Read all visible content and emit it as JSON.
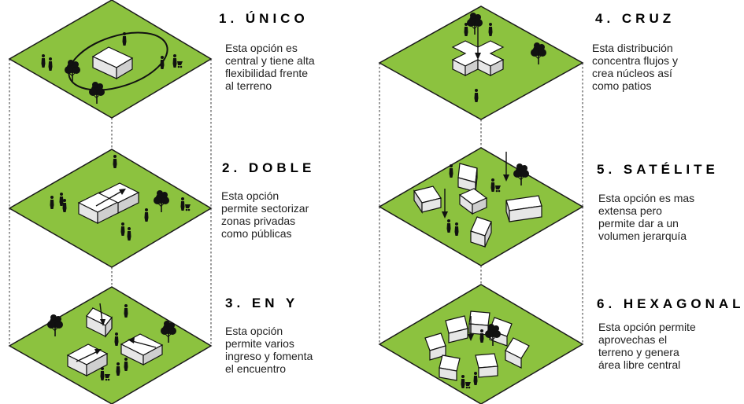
{
  "colors": {
    "site_fill": "#8cc23f",
    "site_stroke": "#1a1a1a",
    "block_top": "#ffffff",
    "block_left": "#e6e6e6",
    "block_right": "#cfcfcf",
    "ink": "#111111",
    "connector": "#333333"
  },
  "options": [
    {
      "id": "unico",
      "title": "1. ÚNICO",
      "description": "Esta opción es\ncentral y tiene alta\nflexibilidad frente\nal terreno"
    },
    {
      "id": "doble",
      "title": "2. DOBLE",
      "description": "Esta opción\npermite sectorizar\nzonas privadas\ncomo públicas"
    },
    {
      "id": "en-y",
      "title": "3. EN Y",
      "description": "Esta opción\npermite varios\ningreso y fomenta\nel encuentro"
    },
    {
      "id": "cruz",
      "title": "4. CRUZ",
      "description": "Esta distribución\nconcentra flujos y\ncrea núcleos así\ncomo patios"
    },
    {
      "id": "satelite",
      "title": "5. SATÉLITE",
      "description": "Esta opción es mas\nextensa pero\npermite dar a un\nvolumen jerarquía"
    },
    {
      "id": "hexagonal",
      "title": "6. HEXAGONAL",
      "description": "Esta opción permite\naprovechas el\nterreno y genera\nárea libre central"
    }
  ]
}
